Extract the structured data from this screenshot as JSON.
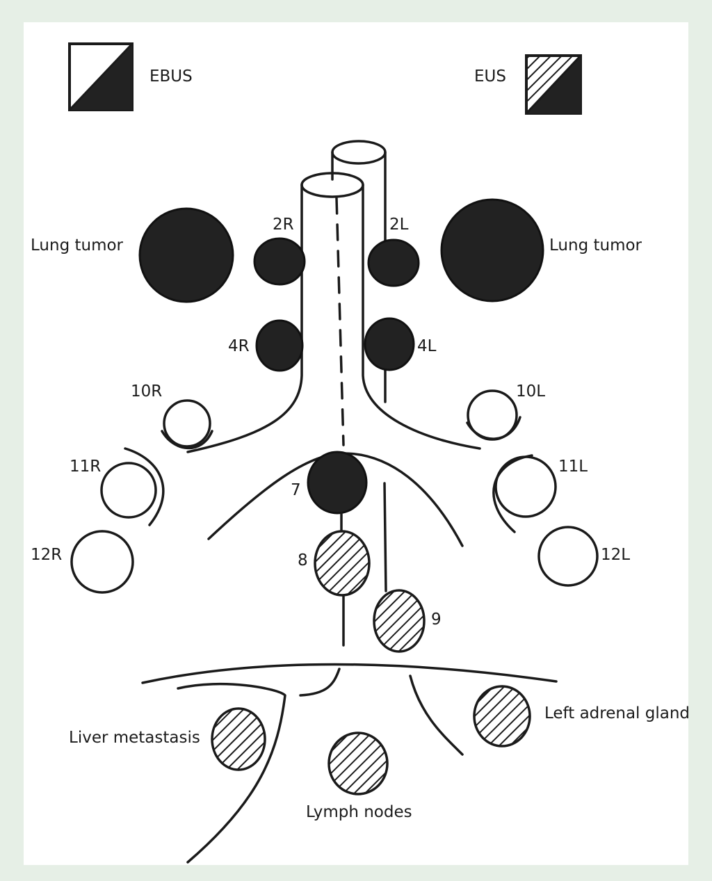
{
  "legend": {
    "ebus_label": "EBUS",
    "eus_label": "EUS"
  },
  "labels": {
    "lung_tumor_left": "Lung tumor",
    "lung_tumor_right": "Lung tumor",
    "n2R": "2R",
    "n2L": "2L",
    "n4R": "4R",
    "n4L": "4L",
    "n10R": "10R",
    "n10L": "10L",
    "n11R": "11R",
    "n11L": "11L",
    "n12R": "12R",
    "n12L": "12L",
    "n7": "7",
    "n8": "8",
    "n9": "9",
    "liver": "Liver metastasis",
    "lymph": "Lymph nodes",
    "adrenal": "Left adrenal gland"
  },
  "colors": {
    "ebus_fill": "#222222",
    "eus_fill": "hatched",
    "outline": "#1a1a1a",
    "background": "#e6efe6"
  }
}
